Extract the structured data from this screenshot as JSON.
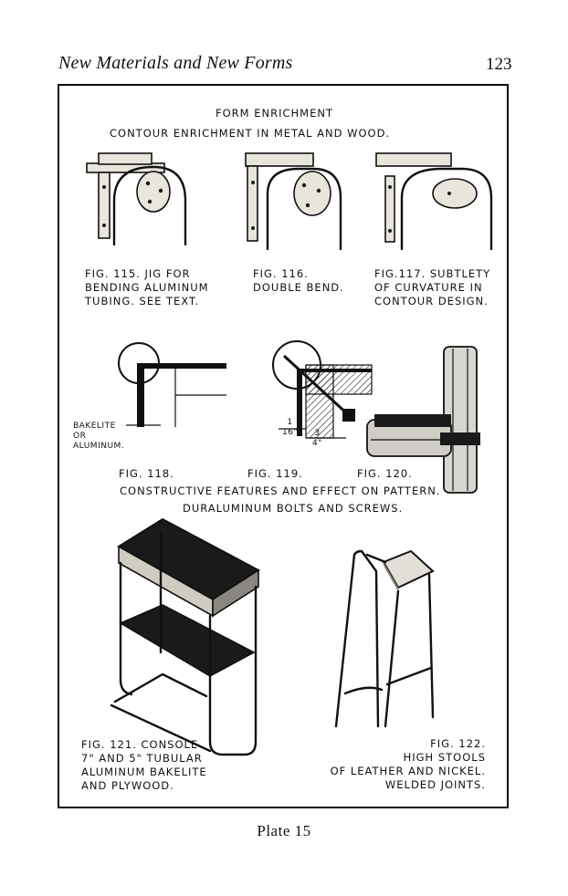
{
  "running_head": "New Materials and New Forms",
  "page_number": "123",
  "plate_caption": "Plate 15",
  "plate": {
    "title": "FORM ENRICHMENT",
    "subtitle": "CONTOUR ENRICHMENT IN METAL AND WOOD.",
    "fig115": "FIG. 115. JIG FOR\nBENDING ALUMINUM\nTUBING. SEE TEXT.",
    "fig116": "FIG. 116.\nDOUBLE BEND.",
    "fig117": "FIG.117. SUBTLETY\nOF CURVATURE IN\nCONTOUR DESIGN.",
    "bakelite_note": "BAKELITE\nOR\nALUMINUM.",
    "dim_sixteenth": "1\n16\"",
    "dim_three_quarter": "3\n4\"",
    "fig118": "FIG. 118.",
    "fig119": "FIG. 119.",
    "fig120": "FIG. 120.",
    "constructive": "CONSTRUCTIVE FEATURES AND EFFECT ON PATTERN.",
    "duraluminum": "DURALUMINUM BOLTS AND SCREWS.",
    "fig121": "FIG. 121. CONSOLE\n7\" AND 5\" TUBULAR\nALUMINUM BAKELITE\nAND PLYWOOD.",
    "fig122": "FIG. 122.\nHIGH STOOLS\nOF LEATHER AND NICKEL.\nWELDED JOINTS."
  }
}
